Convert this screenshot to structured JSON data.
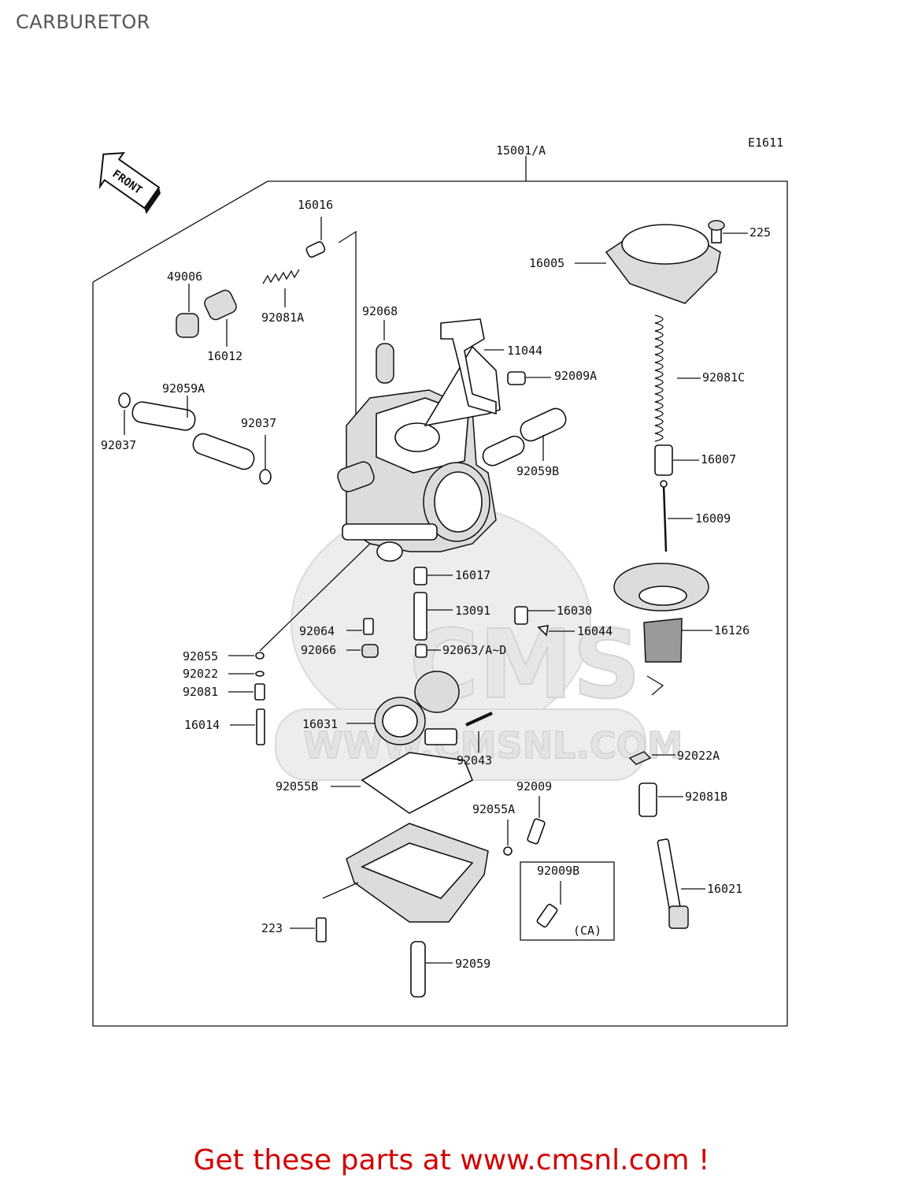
{
  "page": {
    "title": "CARBURETOR"
  },
  "diagram": {
    "code": "E1611",
    "front_label": "FRONT",
    "watermark_brand": "CMS",
    "watermark_url": "WWW.CMSNL.COM",
    "assembly": "15001/A",
    "inset_note": "(CA)",
    "part_labels": [
      "225",
      "16005",
      "16016",
      "49006",
      "92081A",
      "16012",
      "92068",
      "11044",
      "92009A",
      "92081C",
      "92059A",
      "92037",
      "92037",
      "92059B",
      "16007",
      "16009",
      "16017",
      "13091",
      "16030",
      "16044",
      "16126",
      "92064",
      "92066",
      "92063/A~D",
      "92055",
      "92022",
      "92081",
      "16014",
      "16031",
      "92043",
      "92022A",
      "92055B",
      "92009",
      "92081B",
      "92055A",
      "92009B",
      "16021",
      "223",
      "92059"
    ]
  },
  "footer": {
    "cta": "Get these parts at www.cmsnl.com !"
  }
}
